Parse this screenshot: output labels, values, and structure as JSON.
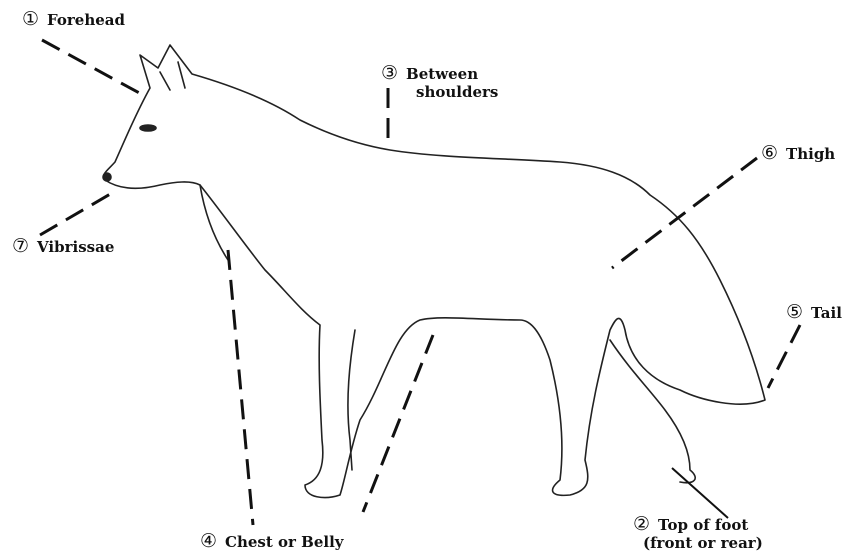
{
  "labels": {
    "forehead": {
      "num": "①",
      "text": "Forehead"
    },
    "shoulders": {
      "num": "③",
      "line1": "Between",
      "line2": "shoulders"
    },
    "thigh": {
      "num": "⑥",
      "text": "Thigh"
    },
    "vibrissae": {
      "num": "⑦",
      "text": "Vibrissae"
    },
    "tail": {
      "num": "⑤",
      "text": "Tail"
    },
    "chest": {
      "num": "④",
      "text": "Chest or Belly"
    },
    "foot": {
      "num": "②",
      "line1": "Top of foot",
      "line2": "(front  or  rear)"
    }
  },
  "colors": {
    "ink": "#111111",
    "background": "#ffffff"
  }
}
